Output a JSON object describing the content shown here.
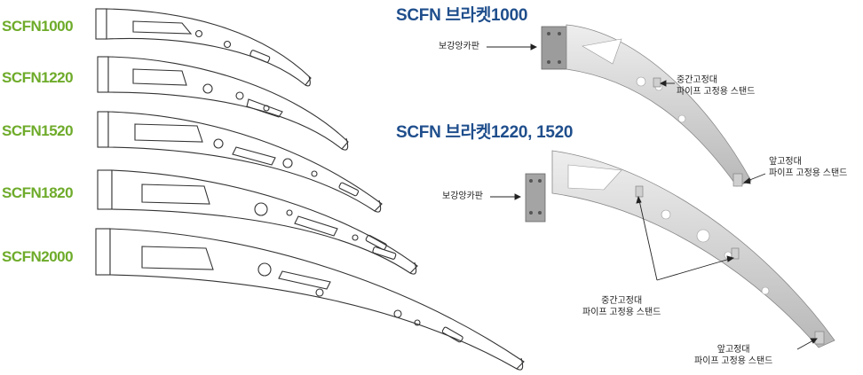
{
  "colors": {
    "model_label": "#6eab2a",
    "heading": "#1f4e8c",
    "outline": "#333333",
    "metal_light": "#e4e4e4",
    "metal_dark": "#a8a8a8"
  },
  "left_panel": {
    "models": [
      "SCFN1000",
      "SCFN1220",
      "SCFN1520",
      "SCFN1820",
      "SCFN2000"
    ]
  },
  "right_panel": {
    "heading_top": "SCFN 브라켓1000",
    "heading_bottom": "SCFN 브라켓1220, 1520",
    "top": {
      "reinforce": "보강앙카판",
      "middle_l1": "중간고정대",
      "middle_l2": "파이프 고정용 스탠드",
      "front_l1": "앞고정대",
      "front_l2": "파이프 고정용 스탠드"
    },
    "bottom": {
      "reinforce": "보강앙카판",
      "middle_l1": "중간고정대",
      "middle_l2": "파이프 고정용 스탠드",
      "front_l1": "앞고정대",
      "front_l2": "파이프 고정용 스탠드"
    }
  }
}
